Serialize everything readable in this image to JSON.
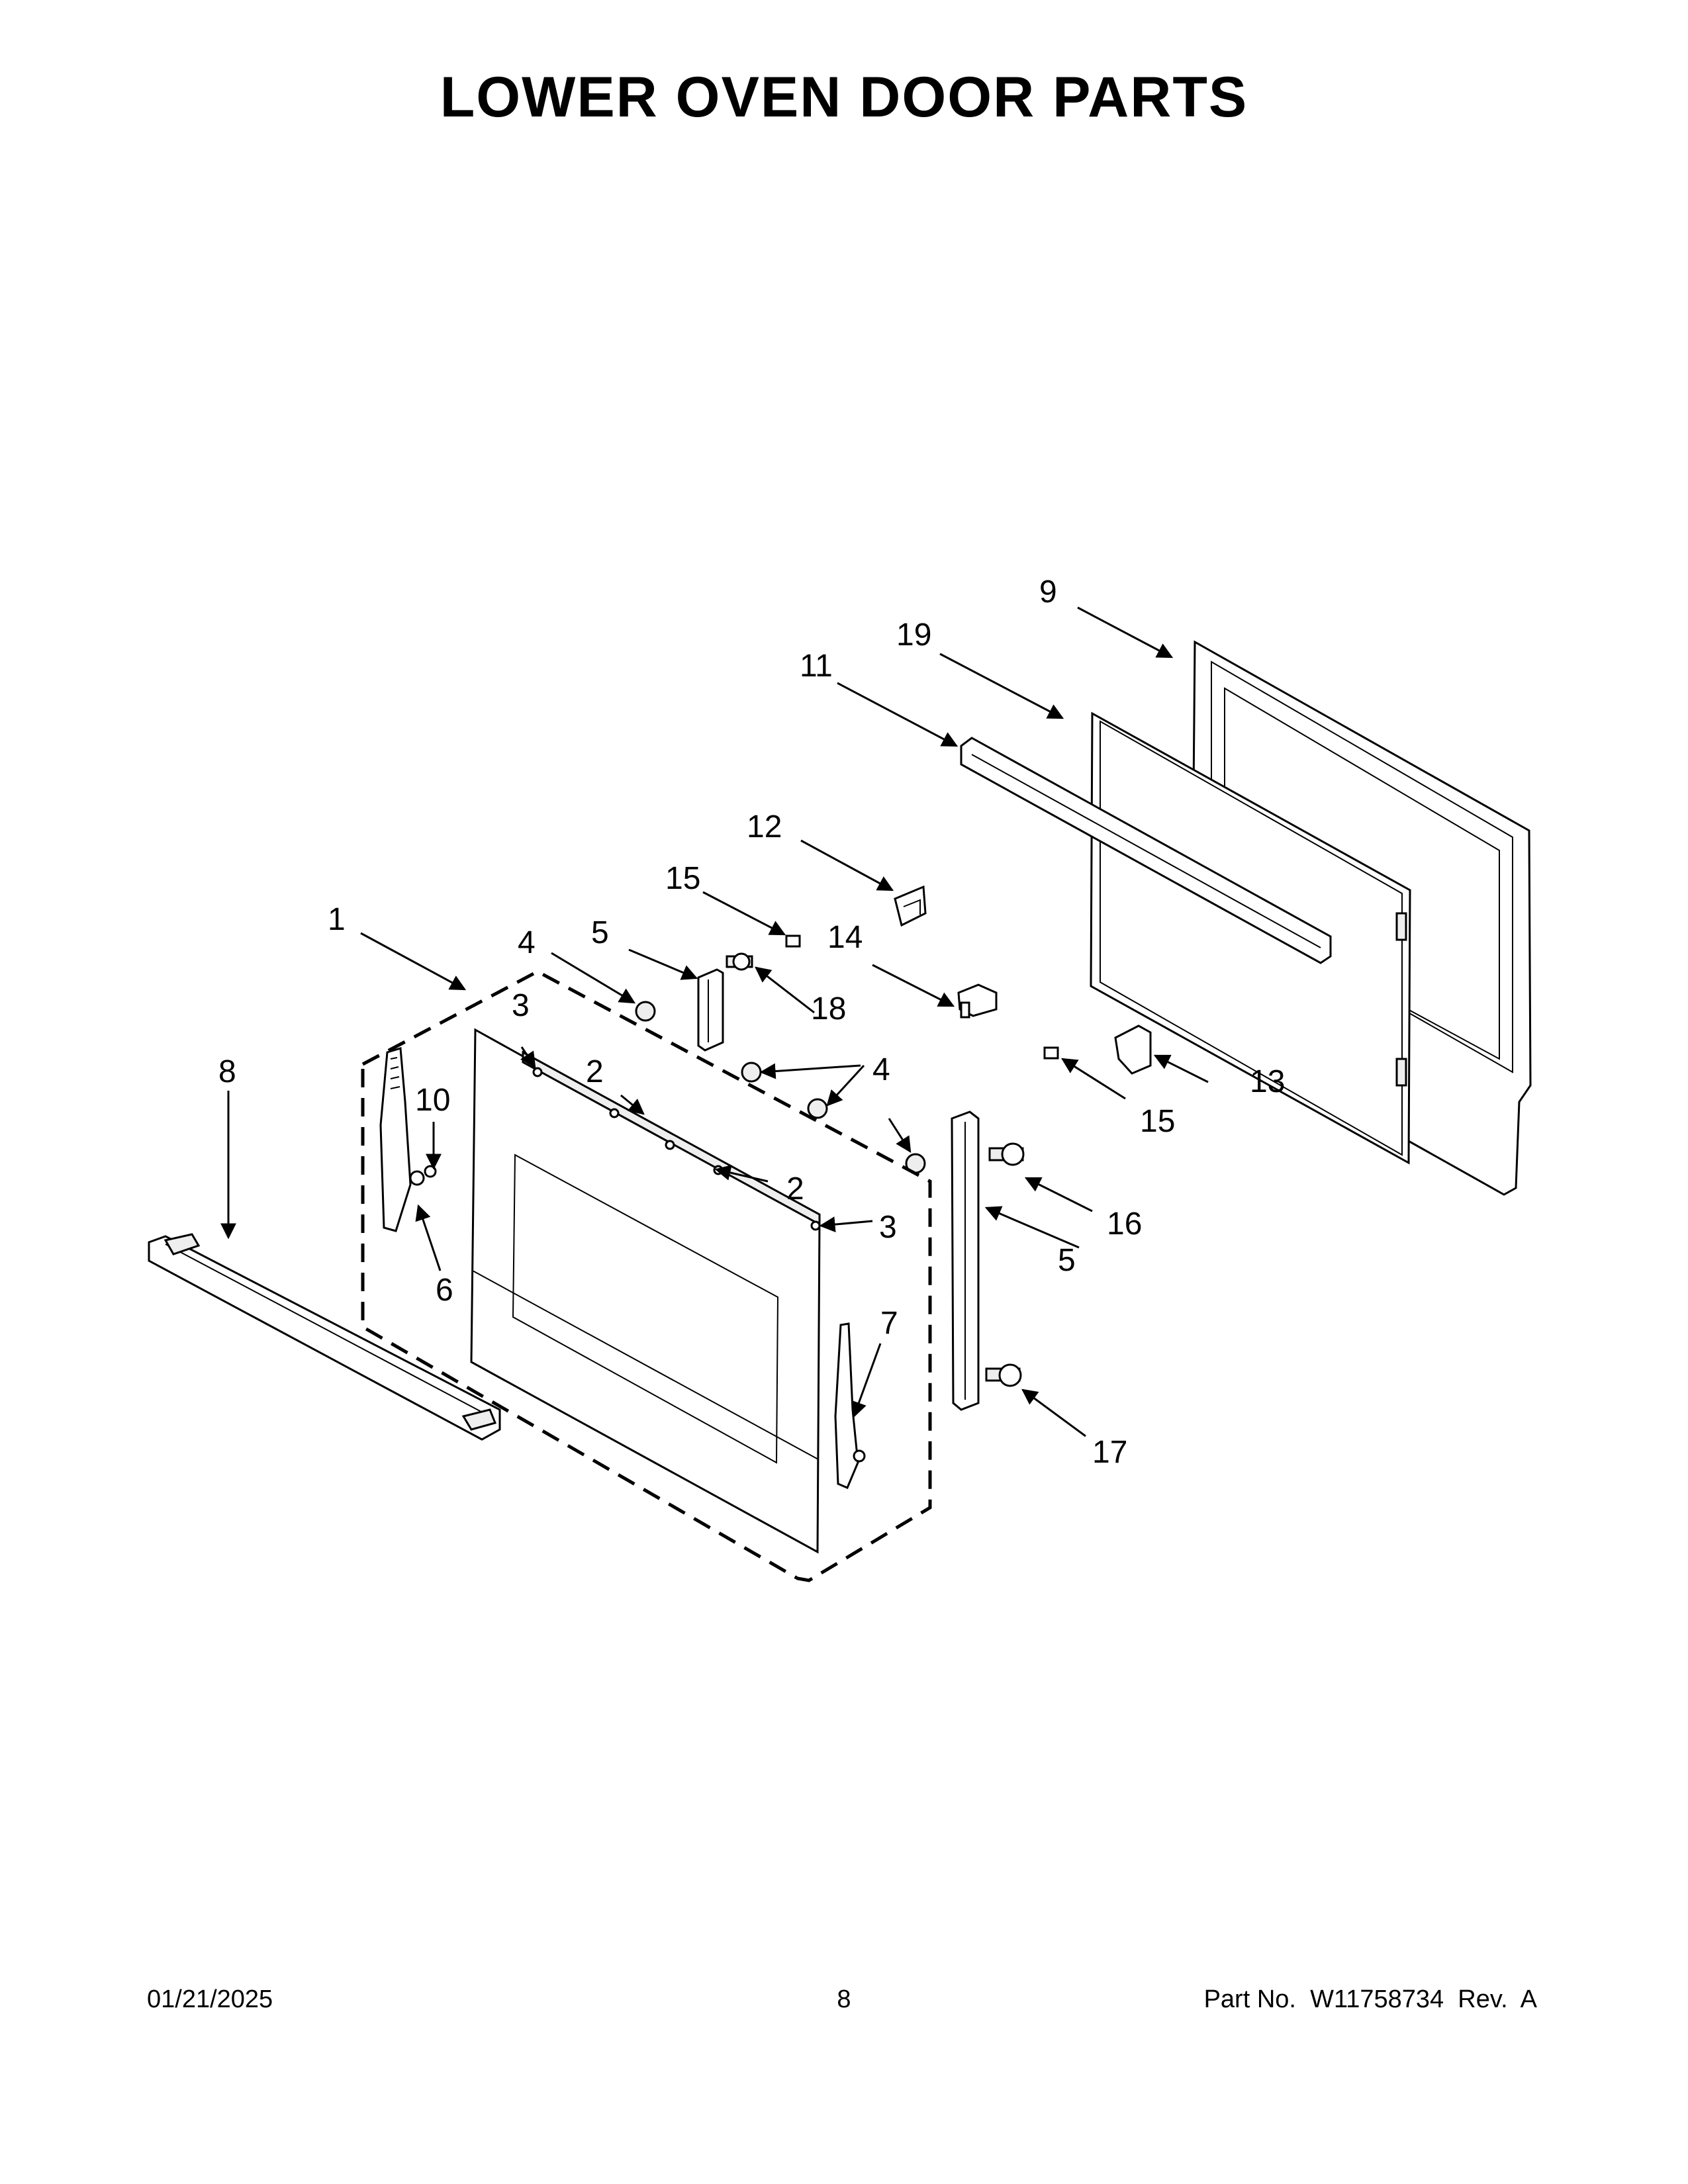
{
  "title": "LOWER OVEN DOOR PARTS",
  "footer": {
    "date": "01/21/2025",
    "page": "8",
    "part_no": "Part No.  W11758734  Rev.  A"
  },
  "callouts": {
    "c1": "1",
    "c2a": "2",
    "c2b": "2",
    "c3a": "3",
    "c3b": "3",
    "c4a": "4",
    "c4b": "4",
    "c5a": "5",
    "c5b": "5",
    "c6": "6",
    "c7": "7",
    "c8": "8",
    "c9": "9",
    "c10": "10",
    "c11": "11",
    "c12": "12",
    "c13": "13",
    "c14": "14",
    "c15a": "15",
    "c15b": "15",
    "c16": "16",
    "c17": "17",
    "c18": "18",
    "c19": "19"
  }
}
